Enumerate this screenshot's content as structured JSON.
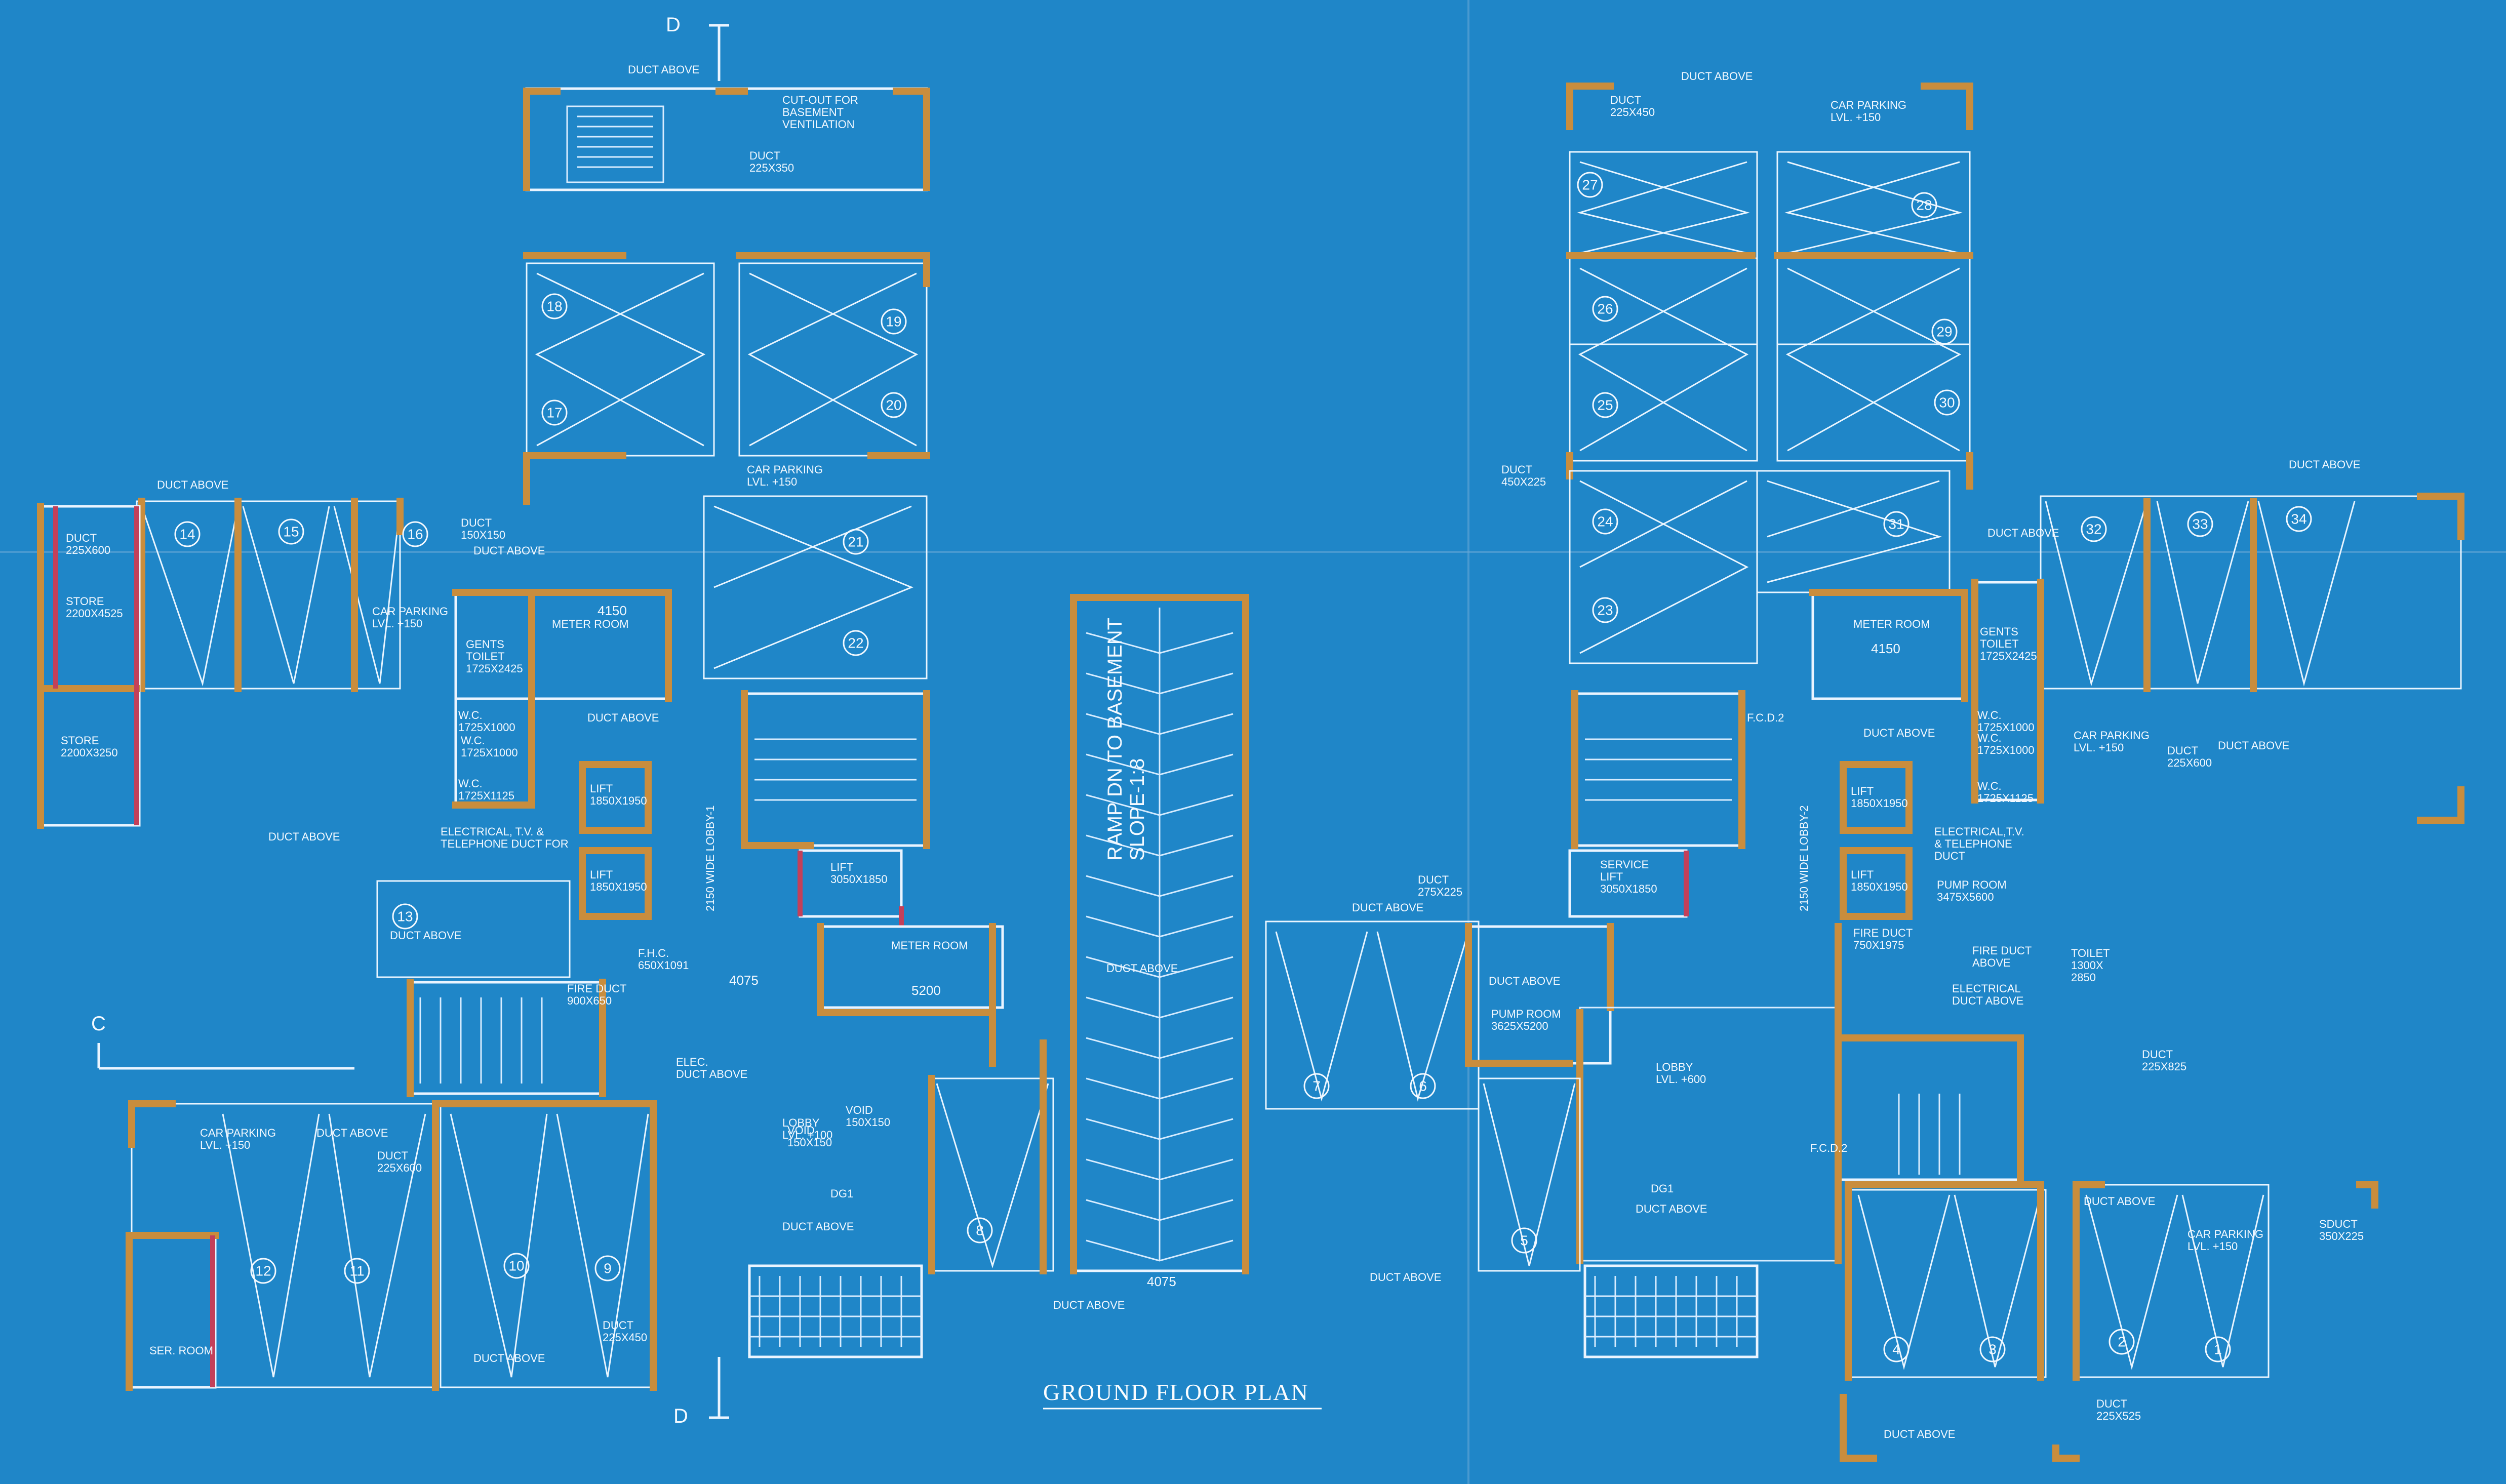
{
  "title": "GROUND FLOOR PLAN",
  "section_markers": {
    "d_top": "D",
    "d_bottom": "D",
    "c": "C"
  },
  "parking_numbers": [
    "1",
    "2",
    "3",
    "4",
    "5",
    "6",
    "7",
    "8",
    "9",
    "10",
    "11",
    "12",
    "13",
    "14",
    "15",
    "16",
    "17",
    "18",
    "19",
    "20",
    "21",
    "22",
    "23",
    "24",
    "25",
    "26",
    "27",
    "28",
    "29",
    "30",
    "31",
    "32",
    "33",
    "34"
  ],
  "labels": {
    "duct_above": "DUCT ABOVE",
    "cutout": "CUT-OUT FOR\nBASEMENT\nVENTILATION",
    "duct_225x350": "DUCT\n225X350",
    "duct_225x450_top": "DUCT\n225X450",
    "car_parking_150": "CAR PARKING\nLVL. +150",
    "store_1": "STORE\n2200X4525",
    "store_2": "STORE\n2200X3250",
    "duct_225x600_l": "DUCT\n225X600",
    "duct_150x150": "DUCT\n150X150",
    "meter_room": "METER ROOM",
    "gents_toilet_l": "GENTS\nTOILET\n1725X2425",
    "wc_1725x1000": "W.C.\n1725X1000",
    "wc_1725x1125": "W.C.\n1725X1125",
    "electrical_l": "ELECTRICAL, T.V. &\nTELEPHONE DUCT FOR",
    "lift_1850": "LIFT\n1850X1950",
    "lift_3050": "LIFT\n3050X1850",
    "lobby_1": "2150 WIDE LOBBY-1",
    "lobby_2": "2150 WIDE LOBBY-2",
    "fhc": "F.H.C.\n650X1091",
    "fire_duct_l": "FIRE DUCT\n900X650",
    "elec_duct": "ELEC.\nDUCT ABOVE",
    "lobby_lvl_100": "LOBBY\nLVL. +100",
    "void": "VOID\n150X150",
    "dg1": "DG1",
    "ramp": "RAMP DN TO BASEMENT\nSLOPE-1:8",
    "dim_4075": "4075",
    "dim_4150": "4150",
    "dim_5200": "5200",
    "duct_275x225": "DUCT\n275X225",
    "duct_450x225": "DUCT\n450X225",
    "pump_room": "PUMP ROOM\n3625X5200",
    "service_lift": "SERVICE\nLIFT\n3050X1850",
    "lobby_lvl_600": "LOBBY\nLVL. +600",
    "pump_room_r": "PUMP ROOM\n3475X5600",
    "electrical_r": "ELECTRICAL,T.V.\n& TELEPHONE\nDUCT",
    "fire_duct_r": "FIRE DUCT\n750X1975",
    "electrical_duct_above": "ELECTRICAL\nDUCT ABOVE",
    "fire_duct_above": "FIRE DUCT\nABOVE",
    "toilet": "TOILET\n1300X\n2850",
    "duct_225x825": "DUCT\n225X825",
    "duct_225x525": "DUCT\n225X525",
    "sduct_350x225": "SDUCT\n350X225",
    "ser_room": "SER. ROOM",
    "duct_225x450_b": "DUCT\n225X450",
    "duct_225x600_b": "DUCT\n225X600",
    "fcd2": "F.C.D.2"
  },
  "colors": {
    "background": "#1f86c8",
    "lines": "#eaf4ff",
    "walls_highlight": "#c98d3d",
    "accent_red": "#c3405a"
  }
}
